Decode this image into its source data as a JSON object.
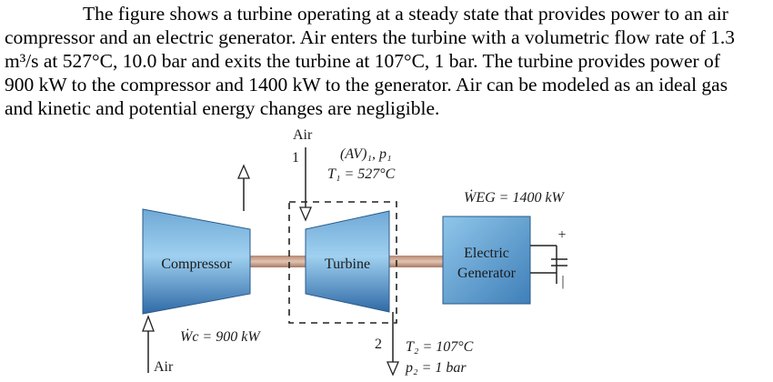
{
  "problem_text": {
    "lines": [
      "The figure shows a turbine operating at a steady state that provides power to an air",
      "compressor and an electric generator. Air enters the turbine with a volumetric flow rate of 1.3",
      "m³/s at 527°C, 10.0 bar and exits the turbine at 107°C, 1 bar. The turbine provides power of",
      "900 kW to the compressor and 1400 kW to the generator. Air can be modeled as an ideal gas",
      "and kinetic and potential energy changes are negligible."
    ]
  },
  "diagram": {
    "compressor_label": "Compressor",
    "turbine_label": "Turbine",
    "generator_label_line1": "Electric",
    "generator_label_line2": "Generator",
    "inlet_air_label": "Air",
    "compressor_inlet_air_label": "Air",
    "state1_number": "1",
    "state2_number": "2",
    "inlet_flow_label": "(AV)₁, p₁",
    "inlet_temp_label": "T₁ = 527°C",
    "exit_temp_label": "T₂ = 107°C",
    "exit_pressure_label": "p₂ = 1 bar",
    "compressor_power_label": "Ẇc = 900 kW",
    "generator_power_label": "ẆEG = 1400 kW",
    "plus_sign": "+",
    "minus_sign": "|",
    "colors": {
      "machine_fill": "#3f7fb8",
      "machine_highlight": "#8dc4ea",
      "shaft": "#c9a089",
      "control_volume": "#222222"
    }
  }
}
